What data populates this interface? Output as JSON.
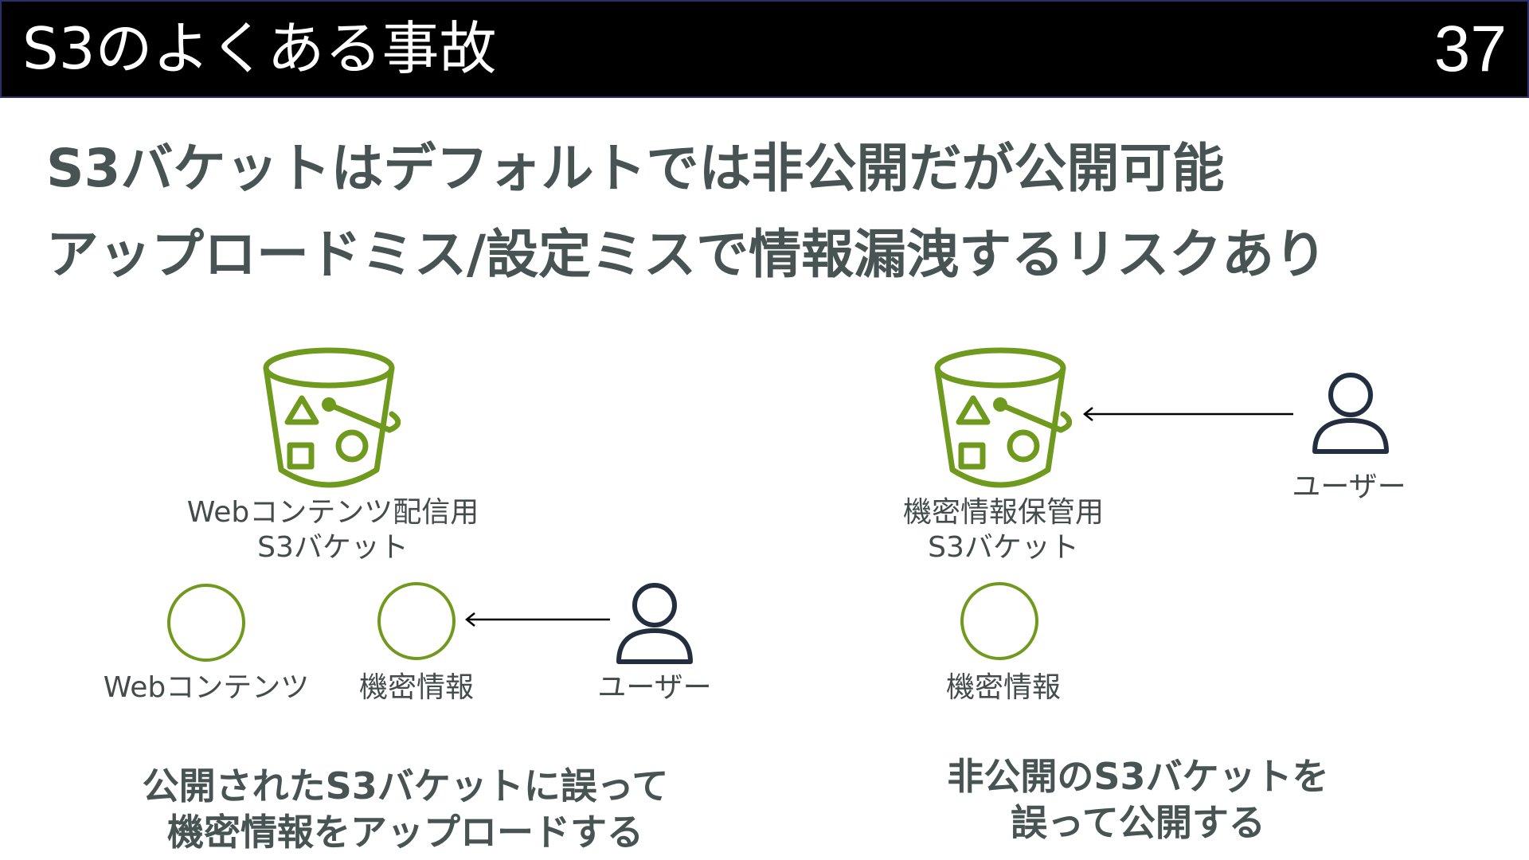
{
  "header": {
    "title": "S3のよくある事故",
    "page_number": "37"
  },
  "headline": {
    "line1": "S3バケットはデフォルトでは非公開だが公開可能",
    "line2": "アップロードミス/設定ミスで情報漏洩するリスクあり"
  },
  "left_scenario": {
    "bucket_label_line1": "Webコンテンツ配信用",
    "bucket_label_line2": "S3バケット",
    "object1_label": "Webコンテンツ",
    "object2_label": "機密情報",
    "user_label": "ユーザー",
    "caption_line1": "公開されたS3バケットに誤って",
    "caption_line2": "機密情報をアップロードする"
  },
  "right_scenario": {
    "bucket_label_line1": "機密情報保管用",
    "bucket_label_line2": "S3バケット",
    "object_label": "機密情報",
    "user_label": "ユーザー",
    "caption_line1": "非公開のS3バケットを",
    "caption_line2": "誤って公開する"
  },
  "colors": {
    "header_bg": "#000000",
    "text_dark": "#485353",
    "s3_green": "#6f9a1e",
    "user_navy": "#232f3e"
  },
  "icons": {
    "bucket": "s3-bucket-icon",
    "object": "object-circle-icon",
    "user": "user-icon",
    "arrow": "arrow-left-icon"
  }
}
